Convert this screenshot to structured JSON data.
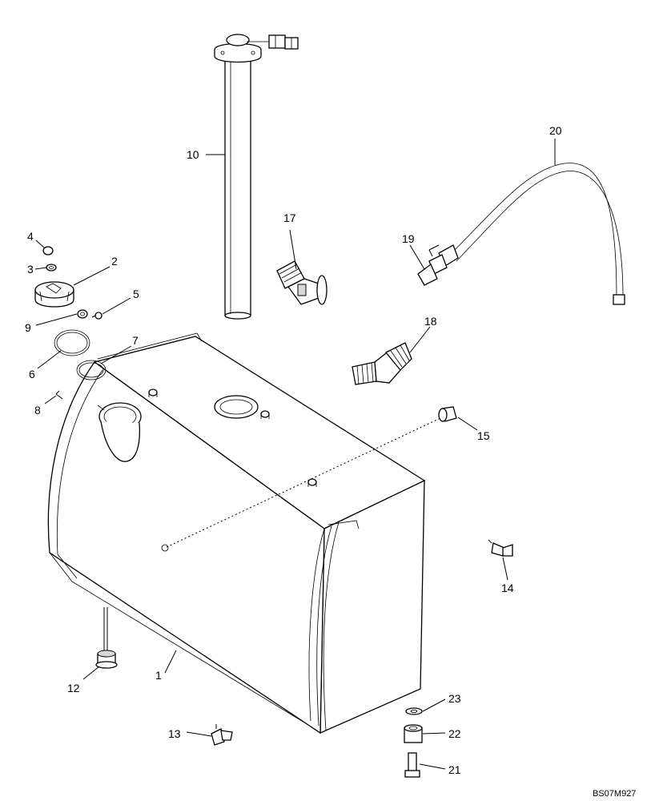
{
  "diagram": {
    "reference_code": "BS07M927",
    "callouts": {
      "c1": "1",
      "c2": "2",
      "c3": "3",
      "c4": "4",
      "c5": "5",
      "c6": "6",
      "c7": "7",
      "c8": "8",
      "c9": "9",
      "c10": "10",
      "c12": "12",
      "c13": "13",
      "c14": "14",
      "c15": "15",
      "c17": "17",
      "c18": "18",
      "c19": "19",
      "c20": "20",
      "c21": "21",
      "c22": "22",
      "c23": "23"
    }
  }
}
